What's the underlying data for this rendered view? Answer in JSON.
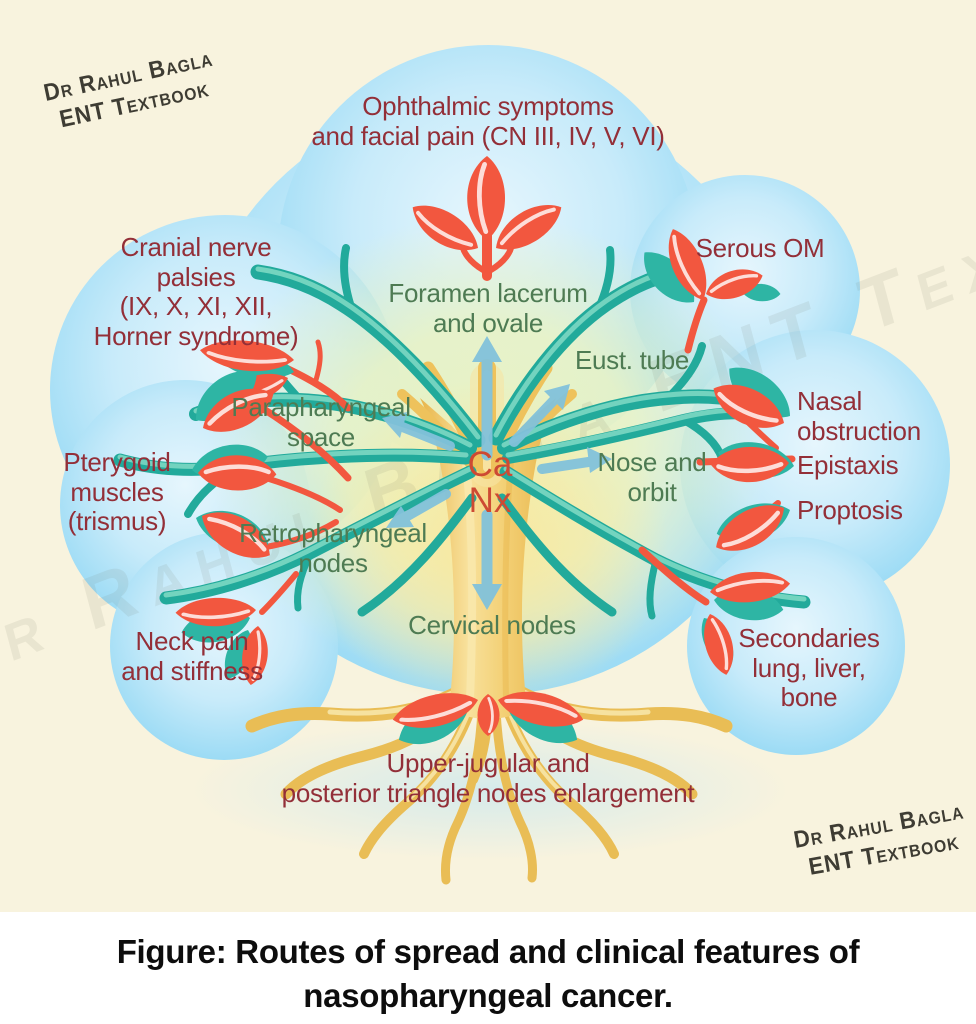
{
  "watermark": {
    "corner": [
      "Dr Rahul Bagla",
      "ENT Textbook"
    ],
    "faint": "Dr Rahul Bagla ENT Textbook"
  },
  "diagram": {
    "center_label": [
      "Ca",
      "Nx"
    ],
    "routes": {
      "foramen": [
        "Foramen lacerum",
        "and ovale"
      ],
      "eust_tube": "Eust. tube",
      "parapharyngeal": [
        "Parapharyngeal",
        "space"
      ],
      "nose_orbit": [
        "Nose and",
        "orbit"
      ],
      "retropharyngeal": [
        "Retropharyngeal",
        "nodes"
      ],
      "cervical": "Cervical nodes"
    },
    "features": {
      "ophthalmic": [
        "Ophthalmic symptoms",
        "and facial pain (CN III, IV, V, VI)"
      ],
      "cranial": [
        "Cranial nerve",
        "palsies",
        "(IX, X, XI, XII,",
        "Horner syndrome)"
      ],
      "serous_om": "Serous OM",
      "nasal_obstruction": [
        "Nasal",
        "obstruction"
      ],
      "epistaxis": "Epistaxis",
      "proptosis": "Proptosis",
      "pterygoid": [
        "Pterygoid",
        "muscles",
        "(trismus)"
      ],
      "neck_pain": [
        "Neck pain",
        "and stiffness"
      ],
      "secondaries": [
        "Secondaries",
        "lung, liver,",
        "bone"
      ],
      "upper_jugular": [
        "Upper-jugular and",
        "posterior triangle nodes enlargement"
      ]
    }
  },
  "caption": [
    "Figure: Routes of spread and clinical features of",
    "nasopharyngeal cancer."
  ],
  "colors": {
    "background": "#f8f3de",
    "cloud_blue": "#8fd4f0",
    "canopy_green": "#eaf3c4",
    "branch_teal": "#22aa9b",
    "trunk_gold": "#f3d075",
    "leaf_red": "#f2573f",
    "feature_text": "#932f38",
    "route_text": "#4e7b53",
    "center_text": "#cd4a33",
    "arrow_blue": "#82c2db",
    "caption_text": "#0d0d0d"
  }
}
